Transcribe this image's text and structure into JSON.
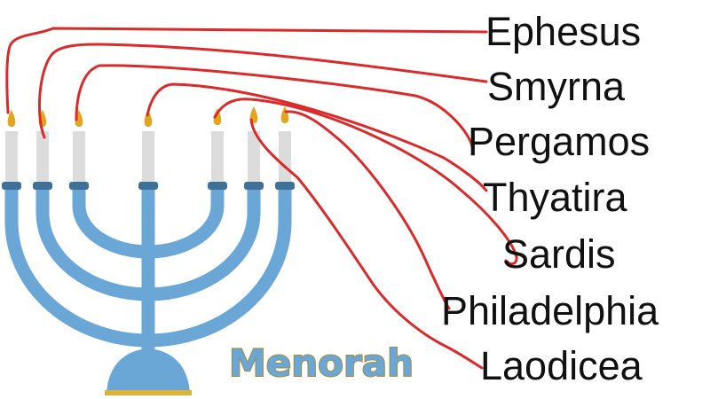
{
  "title": "Menorah",
  "churches": [
    "Ephesus",
    "Smyrna",
    "Pergamos",
    "Thyatira",
    "Sardis",
    "Philadelphia",
    "Laodicea"
  ],
  "colors": {
    "menorah": "#6aa7d6",
    "collar": "#3f7198",
    "base_trim": "#d8b43c",
    "candle": "#dcdcdc",
    "flame": "#e3a51b",
    "connector": "#d92b2b",
    "title_fill": "#6aa7d6",
    "title_outline": "#a08b3a",
    "label_text": "#111111"
  }
}
